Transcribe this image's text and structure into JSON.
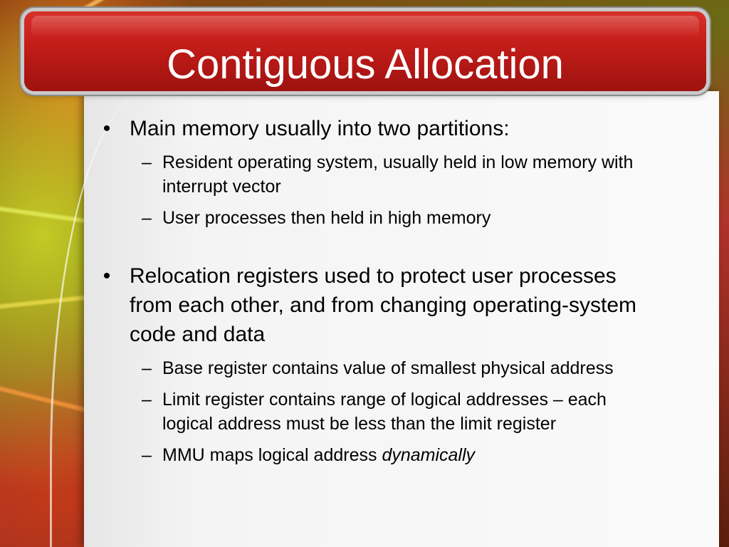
{
  "slide": {
    "title": "Contiguous Allocation",
    "bullets": [
      {
        "text": "Main memory usually into two partitions:",
        "sub": [
          {
            "text": "Resident operating system, usually held in low memory with interrupt vector"
          },
          {
            "text": "User processes then held in high memory"
          }
        ]
      },
      {
        "text": "Relocation registers used to protect user processes from each other, and from changing operating-system code and data",
        "sub": [
          {
            "text": "Base register contains value of smallest physical address"
          },
          {
            "text": "Limit register contains range of logical addresses – each logical address must be less than the limit register"
          },
          {
            "text": "MMU maps logical address ",
            "emphasis": "dynamically"
          }
        ]
      }
    ],
    "bullet_glyph": "•",
    "sub_glyph": "–"
  },
  "colors": {
    "title_bar": "#c21c18",
    "title_text": "#ffffff",
    "panel": "#f5f5f5"
  }
}
